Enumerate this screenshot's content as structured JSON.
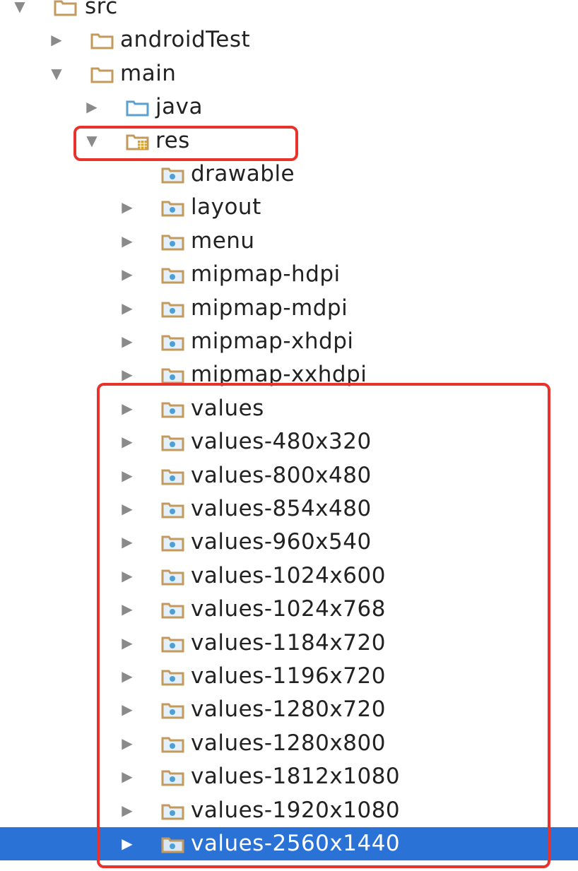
{
  "tree": [
    {
      "label": "src",
      "level": 0,
      "state": "expanded",
      "icon": "folder-icon"
    },
    {
      "label": "androidTest",
      "level": 1,
      "state": "collapsed",
      "icon": "folder-icon"
    },
    {
      "label": "main",
      "level": 1,
      "state": "expanded",
      "icon": "folder-icon"
    },
    {
      "label": "java",
      "level": 2,
      "state": "collapsed",
      "icon": "source-folder-icon"
    },
    {
      "label": "res",
      "level": 2,
      "state": "expanded",
      "icon": "resource-folder-icon"
    },
    {
      "label": "drawable",
      "level": 3,
      "state": "leaf",
      "icon": "package-folder-icon"
    },
    {
      "label": "layout",
      "level": 3,
      "state": "collapsed",
      "icon": "package-folder-icon"
    },
    {
      "label": "menu",
      "level": 3,
      "state": "collapsed",
      "icon": "package-folder-icon"
    },
    {
      "label": "mipmap-hdpi",
      "level": 3,
      "state": "collapsed",
      "icon": "package-folder-icon"
    },
    {
      "label": "mipmap-mdpi",
      "level": 3,
      "state": "collapsed",
      "icon": "package-folder-icon"
    },
    {
      "label": "mipmap-xhdpi",
      "level": 3,
      "state": "collapsed",
      "icon": "package-folder-icon"
    },
    {
      "label": "mipmap-xxhdpi",
      "level": 3,
      "state": "collapsed",
      "icon": "package-folder-icon"
    },
    {
      "label": "values",
      "level": 3,
      "state": "collapsed",
      "icon": "package-folder-icon"
    },
    {
      "label": "values-480x320",
      "level": 3,
      "state": "collapsed",
      "icon": "package-folder-icon"
    },
    {
      "label": "values-800x480",
      "level": 3,
      "state": "collapsed",
      "icon": "package-folder-icon"
    },
    {
      "label": "values-854x480",
      "level": 3,
      "state": "collapsed",
      "icon": "package-folder-icon"
    },
    {
      "label": "values-960x540",
      "level": 3,
      "state": "collapsed",
      "icon": "package-folder-icon"
    },
    {
      "label": "values-1024x600",
      "level": 3,
      "state": "collapsed",
      "icon": "package-folder-icon"
    },
    {
      "label": "values-1024x768",
      "level": 3,
      "state": "collapsed",
      "icon": "package-folder-icon"
    },
    {
      "label": "values-1184x720",
      "level": 3,
      "state": "collapsed",
      "icon": "package-folder-icon"
    },
    {
      "label": "values-1196x720",
      "level": 3,
      "state": "collapsed",
      "icon": "package-folder-icon"
    },
    {
      "label": "values-1280x720",
      "level": 3,
      "state": "collapsed",
      "icon": "package-folder-icon"
    },
    {
      "label": "values-1280x800",
      "level": 3,
      "state": "collapsed",
      "icon": "package-folder-icon"
    },
    {
      "label": "values-1812x1080",
      "level": 3,
      "state": "collapsed",
      "icon": "package-folder-icon"
    },
    {
      "label": "values-1920x1080",
      "level": 3,
      "state": "collapsed",
      "icon": "package-folder-icon"
    },
    {
      "label": "values-2560x1440",
      "level": 3,
      "state": "collapsed",
      "icon": "package-folder-icon",
      "selected": true
    }
  ],
  "colors": {
    "selection": "#2a72d6",
    "annotation": "#e8332c",
    "folder": "#c49a5c",
    "source_folder": "#5aa0d0",
    "package_dot": "#4d9fd6",
    "resource_badge": "#d9a521"
  }
}
